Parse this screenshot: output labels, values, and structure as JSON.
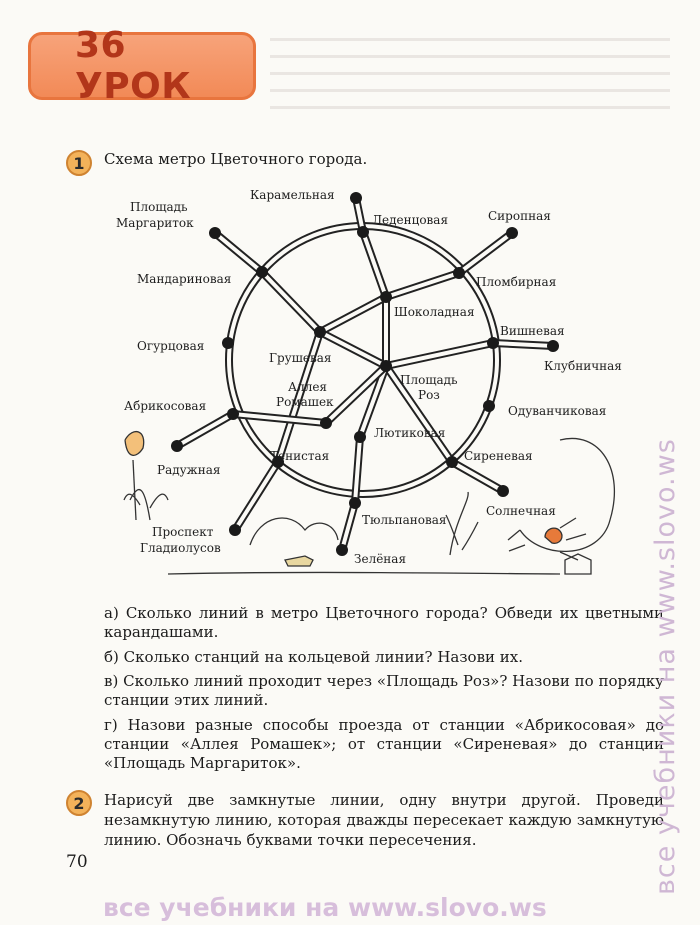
{
  "lesson": {
    "label": "36 УРОК"
  },
  "task1": {
    "number": "1",
    "title": "Схема метро Цветочного города.",
    "questions": [
      "а) Сколько линий в метро Цветочного города? Обведи их цветными карандашами.",
      "б) Сколько станций на кольцевой линии? Назови их.",
      "в) Сколько линий проходит через «Площадь Роз»? Назови по порядку станции этих линий.",
      "г) Назови разные способы проезда от станции «Абрикосовая» до станции «Аллея Ромашек»; от станции «Сиреневая» до станции «Площадь Маргариток»."
    ]
  },
  "map": {
    "stations": {
      "karamelnaya": "Карамельная",
      "ploshchad_margaritok": "Площадь Маргариток",
      "ledentsovaya": "Леденцовая",
      "siropnaya": "Сиропная",
      "mandarinovaya": "Мандариновая",
      "plombirnaya": "Пломбирная",
      "shokoladnaya": "Шоколадная",
      "vishnevaya": "Вишневая",
      "ogurtsovaya": "Огурцовая",
      "grushevaya": "Грушевая",
      "klubnichnaya": "Клубничная",
      "ploshchad_roz": "Площадь Роз",
      "alleya_romashek": "Аллея Ромашек",
      "abrikosovaya": "Абрикосовая",
      "oduvanchikovaya": "Одуванчиковая",
      "lyutikovaya": "Лютиковая",
      "raduzhnaya": "Радужная",
      "tenistaya": "Тенистая",
      "sirenevaya": "Сиреневая",
      "tyulpanovaya": "Тюльпановая",
      "solnechnaya": "Солнечная",
      "prospekt_gladiolusov": "Проспект Гладиолусов",
      "zelenaya": "Зелёная"
    }
  },
  "task2": {
    "number": "2",
    "text": "Нарисуй две замкнутые линии, одну внутри другой. Проведи незамкнутую линию, которая дважды пересекает каждую замкнутую линию. Обозначь буквами точки пересечения."
  },
  "page_number": "70",
  "watermark": "все учебники на www.slovo.ws",
  "colors": {
    "badge": "#f28a57",
    "badge_text": "#b2361a",
    "circle_badge": "#f3b25a",
    "watermark": "#cfb7d4"
  }
}
